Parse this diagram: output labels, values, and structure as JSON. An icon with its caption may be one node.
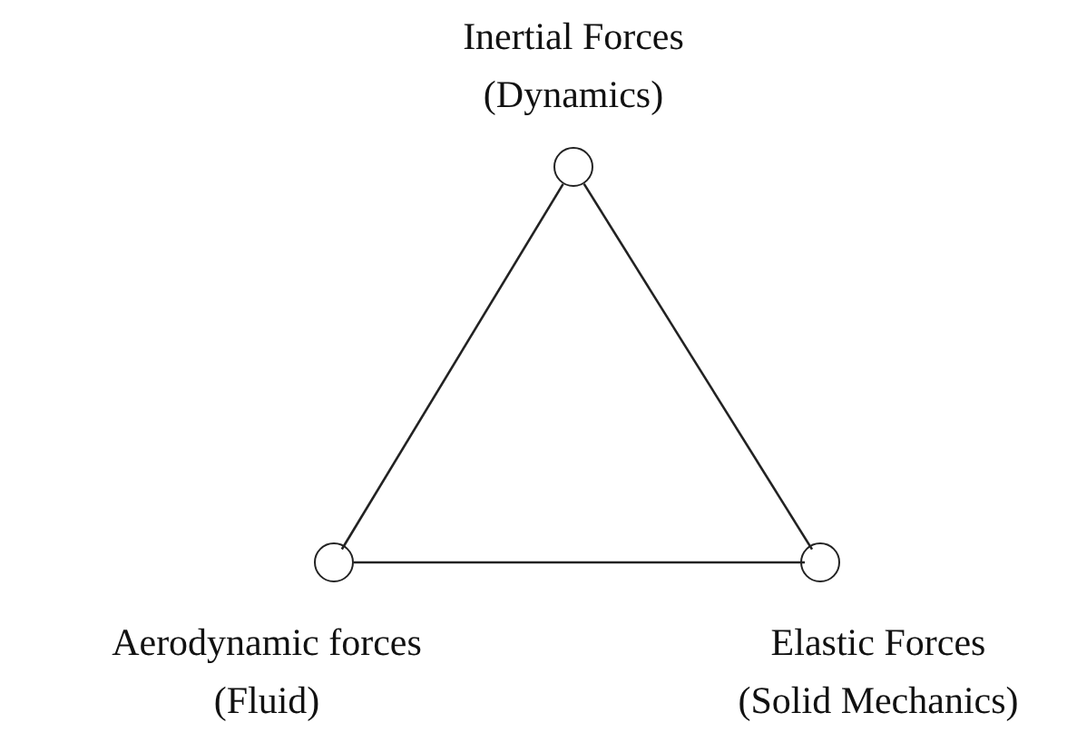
{
  "diagram": {
    "nodes": [
      {
        "text": [],
        "shape": "circle",
        "beside": [
          "Inertial Forces",
          "(Dynamics)"
        ]
      },
      {
        "text": [],
        "shape": "circle",
        "beside": [
          "Aerodynamic forces",
          "(Fluid)"
        ]
      },
      {
        "text": [],
        "shape": "circle",
        "beside": [
          "Elastic Forces",
          "(Solid Mechanics)"
        ]
      }
    ],
    "edges": [
      {
        "from": 0,
        "to": 1,
        "arrow": "none"
      },
      {
        "from": 0,
        "to": 2,
        "arrow": "none"
      },
      {
        "from": 1,
        "to": 2,
        "arrow": "none"
      }
    ]
  }
}
